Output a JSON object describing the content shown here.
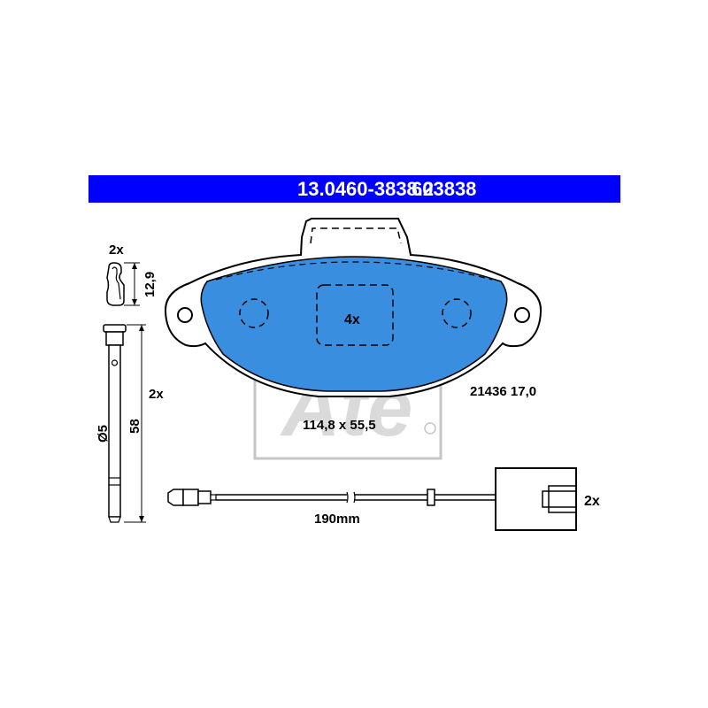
{
  "header": {
    "part_number": "13.0460-3838.2",
    "ref_number": "603838",
    "background": "#0000ff",
    "text_color": "#ffffff"
  },
  "pad": {
    "quantity": "4x",
    "dimensions": "114,8 x 55,5",
    "ref_thickness": "21436 17,0",
    "fill_color": "#3a8ee0"
  },
  "clip": {
    "quantity": "2x",
    "height": "12,9"
  },
  "pin": {
    "quantity": "2x",
    "diameter": "Ø5",
    "length": "58"
  },
  "sensor": {
    "quantity": "2x",
    "length": "190mm"
  },
  "watermark": {
    "brand": "Ate"
  }
}
